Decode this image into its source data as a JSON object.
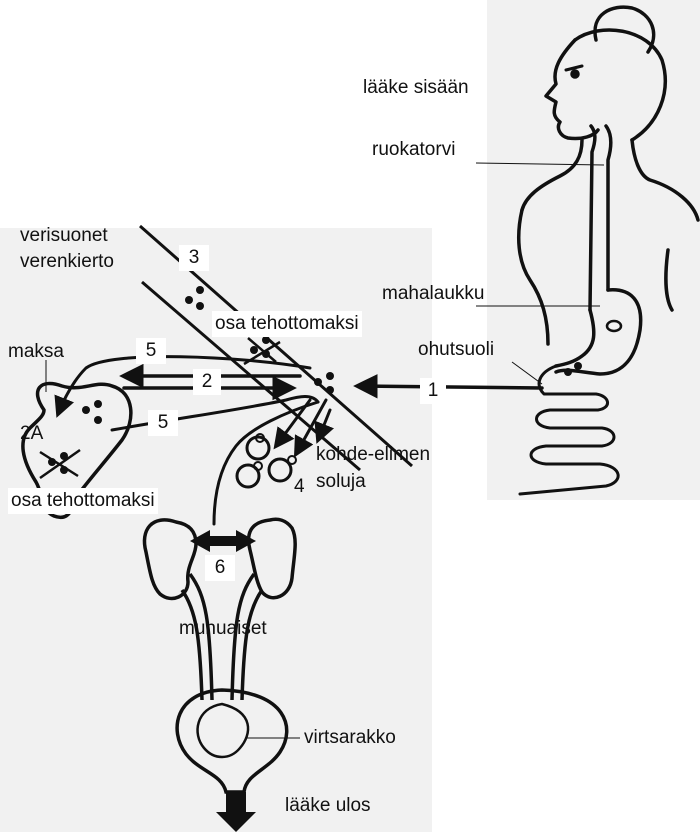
{
  "labels": {
    "drug_in": "lääke sisään",
    "esophagus": "ruokatorvi",
    "blood_vessels": "verisuonet",
    "circulation": "verenkierto",
    "stomach": "mahalaukku",
    "small_intestine": "ohutsuoli",
    "liver": "maksa",
    "liver_region_2a": "2A",
    "partly_ineffective_vessel": "osa tehottomaksi",
    "partly_ineffective_liver": "osa tehottomaksi",
    "target_organ_line1": "kohde-elimen",
    "target_organ_line2": "soluja",
    "kidneys": "munuaiset",
    "bladder": "virtsarakko",
    "drug_out": "lääke ulos"
  },
  "steps": {
    "s1": "1",
    "s2": "2",
    "s3": "3",
    "s4": "4",
    "s5_top": "5",
    "s5_bottom": "5",
    "s6": "6"
  },
  "colors": {
    "background": "#ffffff",
    "panel": "#f1f1f1",
    "ink": "#111111"
  }
}
